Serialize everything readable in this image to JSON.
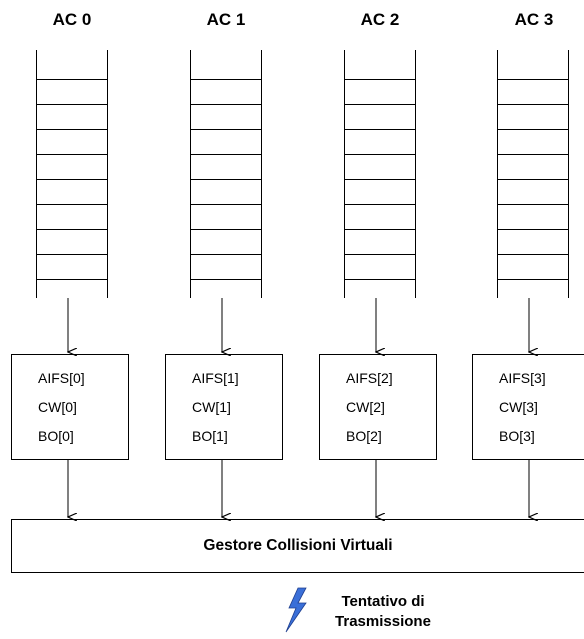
{
  "access_categories": [
    {
      "title": "AC 0",
      "aifs": "AIFS[0]",
      "cw": "CW[0]",
      "bo": "BO[0]"
    },
    {
      "title": "AC 1",
      "aifs": "AIFS[1]",
      "cw": "CW[1]",
      "bo": "BO[1]"
    },
    {
      "title": "AC 2",
      "aifs": "AIFS[2]",
      "cw": "CW[2]",
      "bo": "BO[2]"
    },
    {
      "title": "AC 3",
      "aifs": "AIFS[3]",
      "cw": "CW[3]",
      "bo": "BO[3]"
    }
  ],
  "gestore_label": "Gestore Collisioni Virtuali",
  "transmission_label_line1": "Tentativo di",
  "transmission_label_line2": "Trasmissione",
  "lightning_icon": "lightning-bolt-icon",
  "lightning_color": "#3a6fd8"
}
